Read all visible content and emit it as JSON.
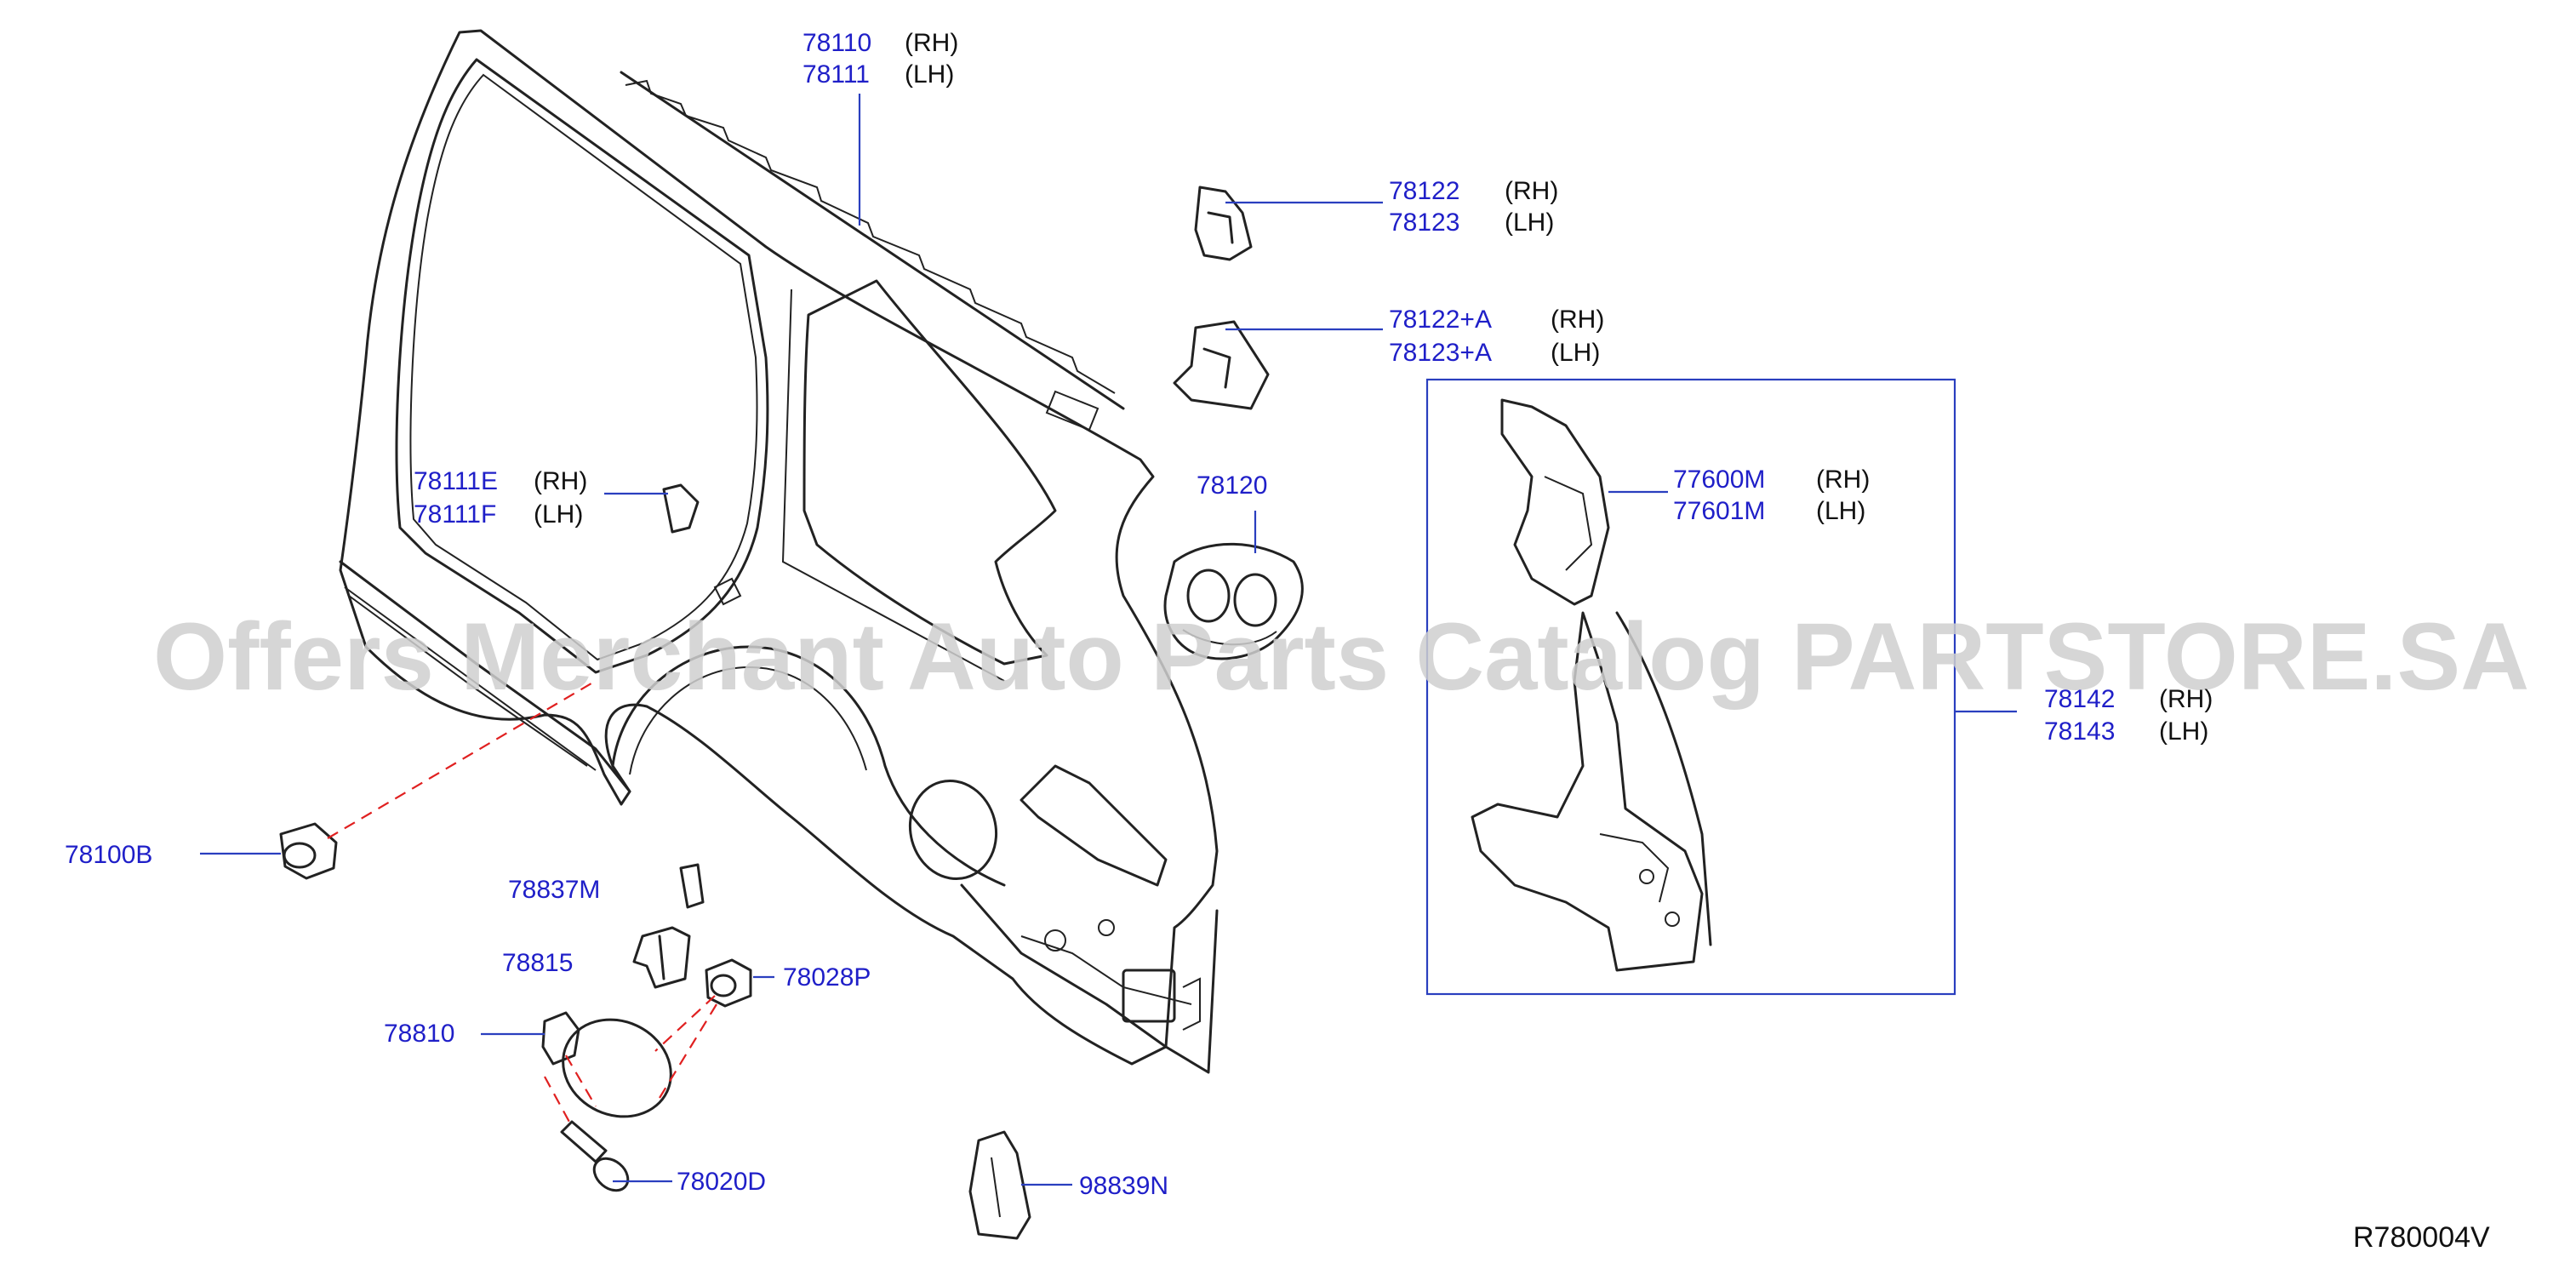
{
  "labels": {
    "p78110": "78110",
    "p78110_side": "(RH)",
    "p78111": "78111",
    "p78111_side": "(LH)",
    "p78122": "78122",
    "p78122_side": "(RH)",
    "p78123": "78123",
    "p78123_side": "(LH)",
    "p78122a": "78122+A",
    "p78122a_side": "(RH)",
    "p78123a": "78123+A",
    "p78123a_side": "(LH)",
    "p78111e": "78111E",
    "p78111e_side": "(RH)",
    "p78111f": "78111F",
    "p78111f_side": "(LH)",
    "p78120": "78120",
    "p77600m": "77600M",
    "p77600m_side": "(RH)",
    "p77601m": "77601M",
    "p77601m_side": "(LH)",
    "p78142": "78142",
    "p78142_side": "(RH)",
    "p78143": "78143",
    "p78143_side": "(LH)",
    "p78100b": "78100B",
    "p78837m": "78837M",
    "p78815": "78815",
    "p78028p": "78028P",
    "p78810": "78810",
    "p78020d": "78020D",
    "p98839n": "98839N"
  },
  "watermark": "Offers Merchant Auto Parts Catalog PARTSTORE.SA",
  "diagram_code": "R780004V",
  "colors": {
    "part_number": "#1f1fc8",
    "leader": "#2a3fbf",
    "dashed_link": "#e02020",
    "watermark": "#cfcfcf"
  }
}
